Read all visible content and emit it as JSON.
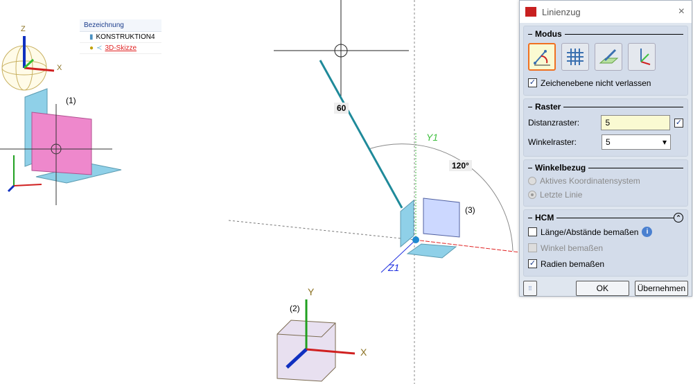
{
  "viewport": {
    "labels": {
      "p1": "(1)",
      "p2": "(2)",
      "p3": "(3)",
      "length": "60",
      "angle": "120°",
      "y1": "Y1",
      "z1": "Z1"
    },
    "axes_small": {
      "x": "X",
      "y": "Y",
      "z": "Z"
    }
  },
  "tree": {
    "header": "Bezeichnung",
    "items": [
      {
        "label": "KONSTRUKTION4"
      },
      {
        "label": "3D-Skizze"
      }
    ]
  },
  "dialog": {
    "title": "Linienzug",
    "close": "×",
    "modus": {
      "title": "Modus",
      "checkbox": "Zeichenebene nicht verlassen",
      "checked": true
    },
    "raster": {
      "title": "Raster",
      "dist_label": "Distanzraster:",
      "dist_value": "5",
      "dist_checked": true,
      "angle_label": "Winkelraster:",
      "angle_value": "5"
    },
    "winkelbezug": {
      "title": "Winkelbezug",
      "options": [
        "Aktives Koordinatensystem",
        "Letzte Linie"
      ],
      "selected": "Letzte Linie"
    },
    "hcm": {
      "title": "HCM",
      "items": [
        {
          "label": "Länge/Abstände bemaßen",
          "checked": false
        },
        {
          "label": "Winkel bemaßen",
          "checked": false,
          "disabled": true
        },
        {
          "label": "Radien bemaßen",
          "checked": true
        }
      ]
    },
    "ok": "OK",
    "apply": "Übernehmen"
  },
  "colors": {
    "accent": "#f07020",
    "line": "#1f8a9a",
    "plane_pink": "#ee88cc",
    "plane_blue": "#8fd0e8"
  }
}
